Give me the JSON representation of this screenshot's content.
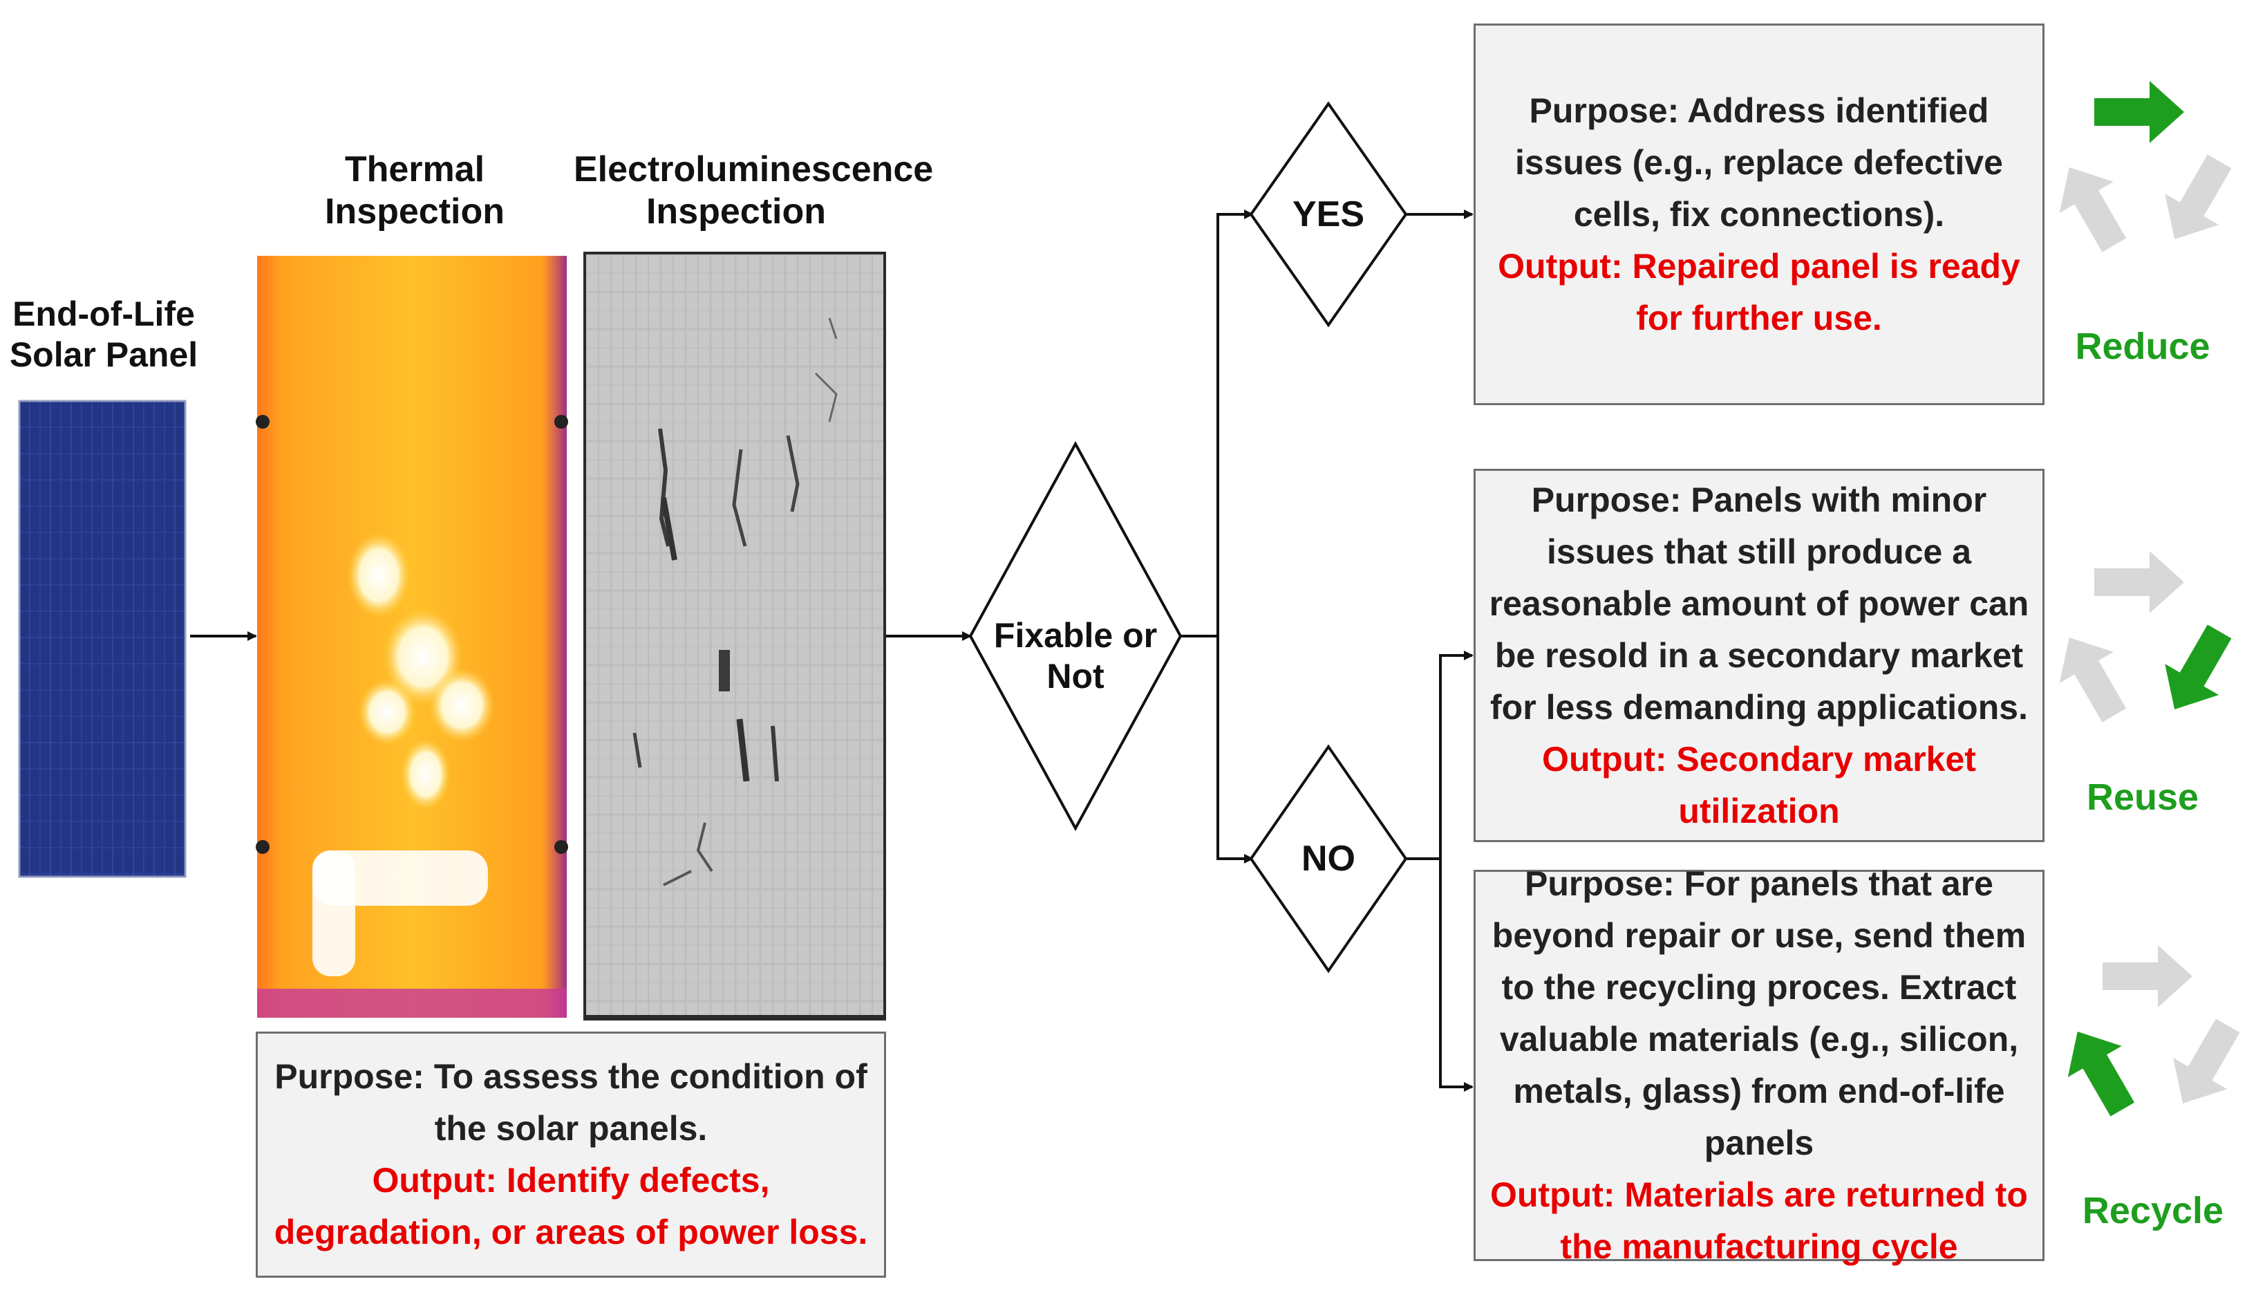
{
  "source_panel": {
    "title_line1": "End-of-Life",
    "title_line2": "Solar Panel"
  },
  "inspections": {
    "thermal": {
      "title_line1": "Thermal",
      "title_line2": "Inspection"
    },
    "electro": {
      "title_line1": "Electroluminescence",
      "title_line2": "Inspection"
    },
    "box": {
      "purpose": "Purpose: To assess the condition of the solar panels.",
      "output": "Output: Identify defects, degradation, or areas of power loss."
    }
  },
  "decision": {
    "main": "Fixable or Not",
    "yes": "YES",
    "no": "NO"
  },
  "outcomes": [
    {
      "purpose": "Purpose: Address identified issues (e.g., replace defective cells, fix connections).",
      "output": "Output: Repaired panel is ready for further use.",
      "label": "Reduce"
    },
    {
      "purpose": "Purpose: Panels with minor issues that still produce a reasonable amount of power can be resold in a secondary market for less demanding applications.",
      "output": "Output: Secondary market utilization",
      "label": "Reuse"
    },
    {
      "purpose": "Purpose: For panels that are beyond repair or use, send them to the recycling proces. Extract valuable materials (e.g., silicon, metals, glass) from end-of-life panels",
      "output": "Output: Materials are returned to the manufacturing cycle",
      "label": "Recycle"
    }
  ],
  "colors": {
    "output_text": "#e80000",
    "recycle_green": "#1e9e1e",
    "recycle_gray": "#d8d8d8",
    "box_fill": "#f2f2f2"
  },
  "icons": [
    "recycle-reduce-icon",
    "recycle-reuse-icon",
    "recycle-recycle-icon"
  ]
}
